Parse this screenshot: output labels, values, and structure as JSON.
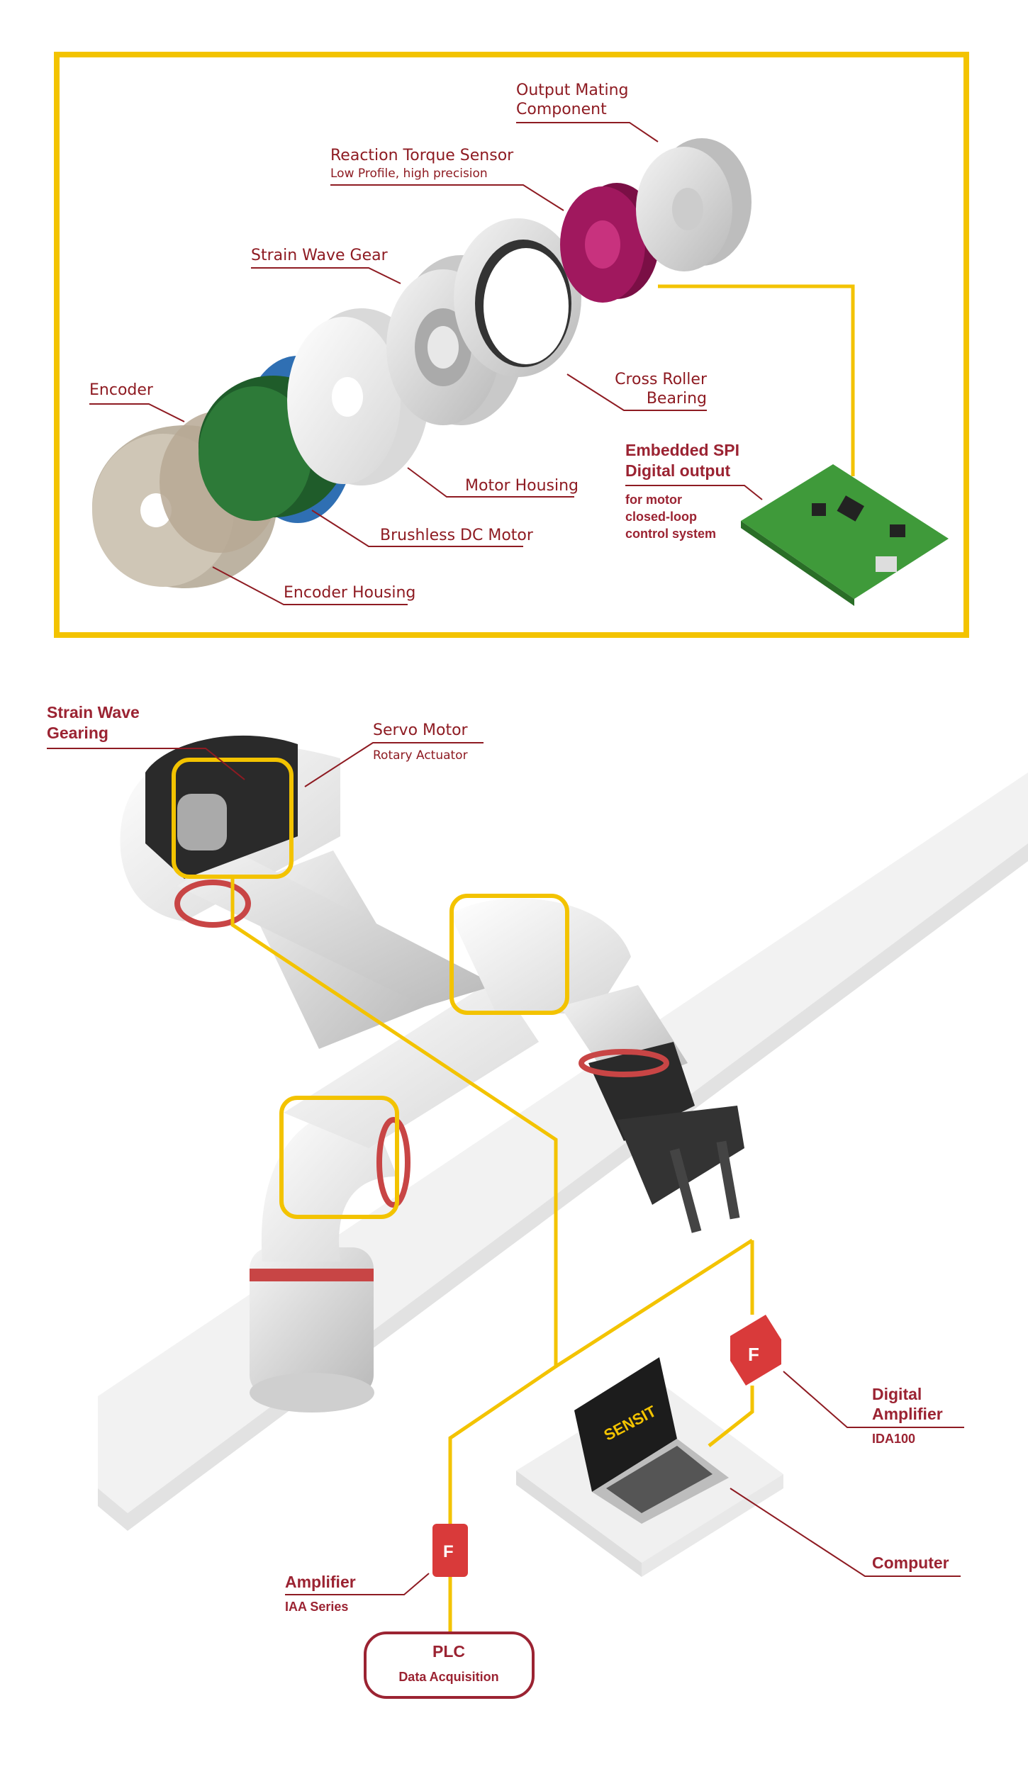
{
  "exploded_view": {
    "labels": {
      "output_mating": [
        "Output Mating",
        "Component"
      ],
      "torque_sensor": "Reaction Torque Sensor",
      "torque_sensor_sub": "Low Profile, high precision",
      "strain_wave_gear": "Strain Wave Gear",
      "encoder": "Encoder",
      "cross_roller": [
        "Cross Roller",
        "Bearing"
      ],
      "embedded_spi": [
        "Embedded SPI",
        "Digital output"
      ],
      "embedded_spi_sub": [
        "for motor",
        "closed-loop",
        "control system"
      ],
      "motor_housing": "Motor Housing",
      "bldc_motor": "Brushless DC Motor",
      "encoder_housing": "Encoder Housing"
    }
  },
  "robot_view": {
    "labels": {
      "strain_wave_gearing": [
        "Strain Wave",
        "Gearing"
      ],
      "servo_motor": "Servo Motor",
      "servo_motor_sub": "Rotary Actuator",
      "digital_amplifier": [
        "Digital",
        "Amplifier"
      ],
      "digital_amplifier_sub": "IDA100",
      "computer": "Computer",
      "amplifier": "Amplifier",
      "amplifier_sub": "IAA Series",
      "plc": "PLC",
      "plc_sub": "Data Acquisition",
      "laptop_brand": "SENSIT"
    }
  },
  "colors": {
    "accent_yellow": "#f3c300",
    "label_red": "#8e1b22",
    "sensor_magenta": "#a0185e",
    "pcb_green": "#3f9a3a"
  }
}
